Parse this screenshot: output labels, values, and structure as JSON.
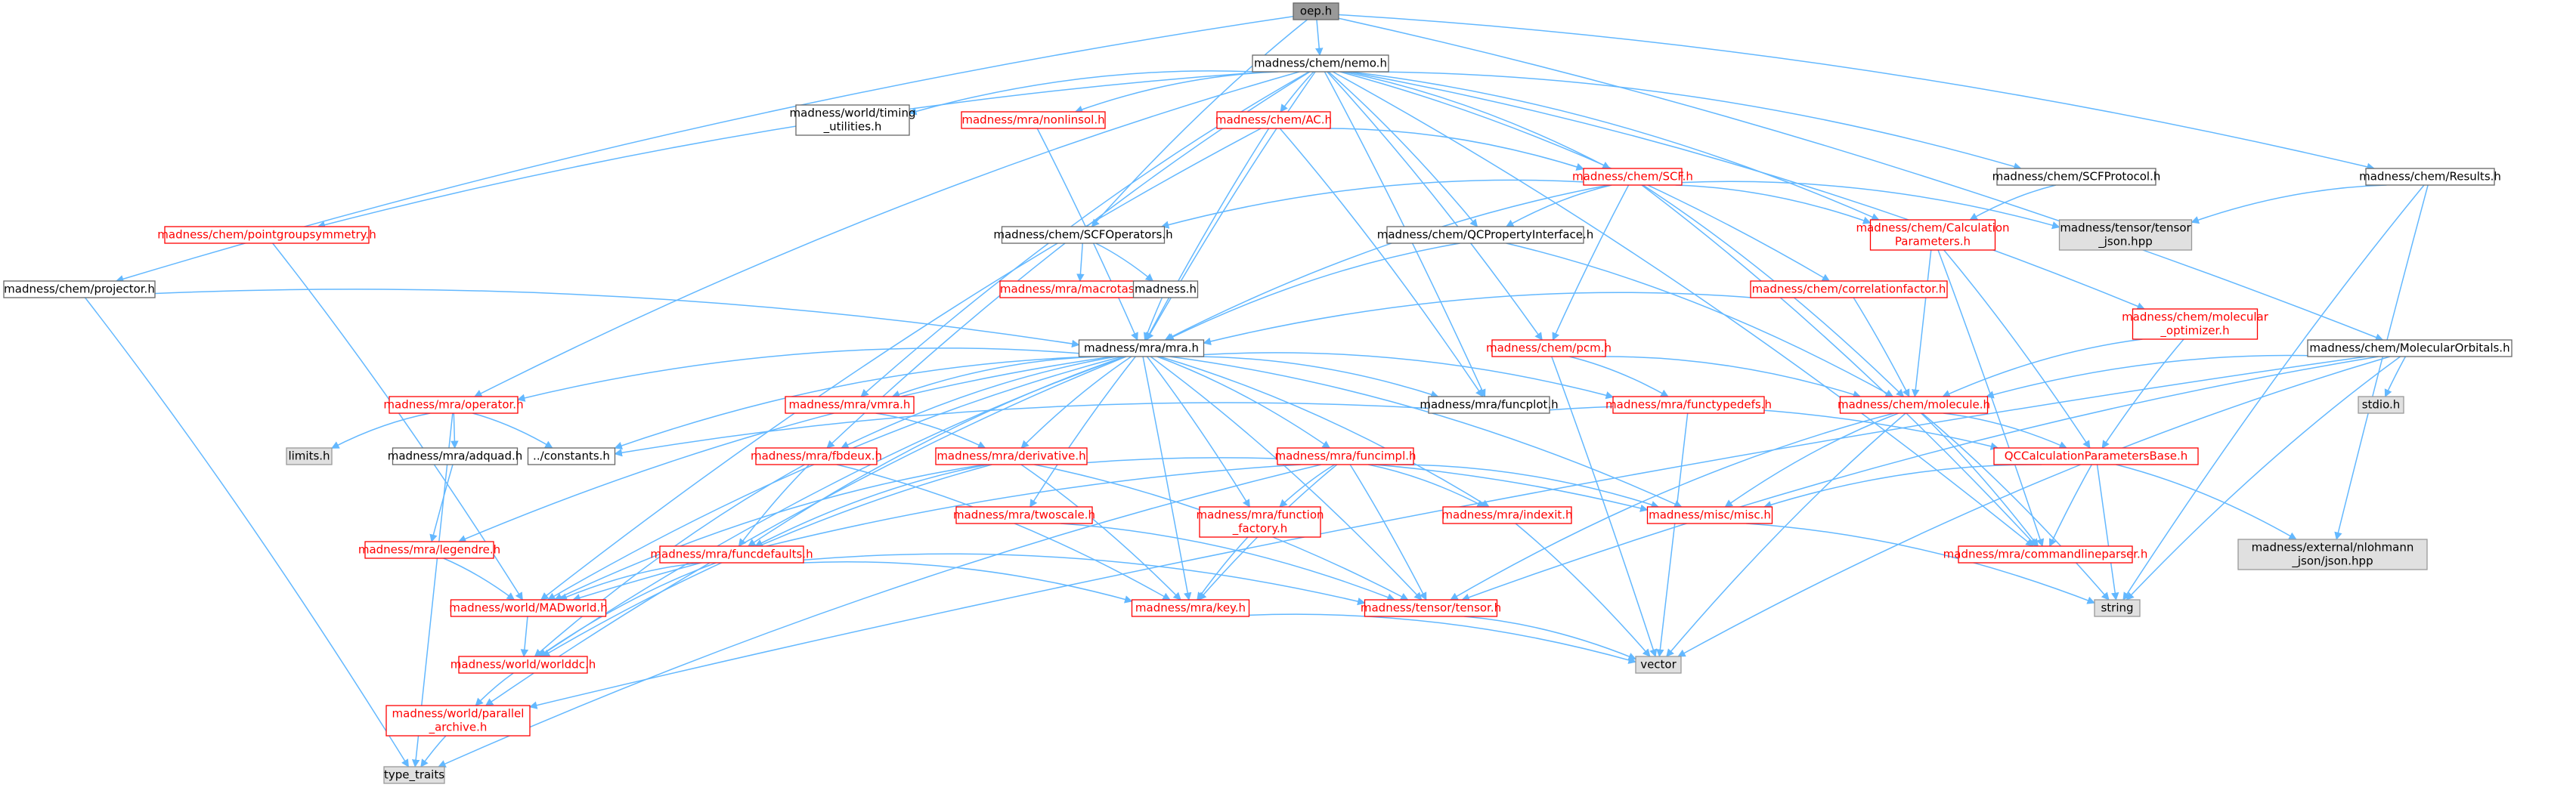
{
  "colors": {
    "edge": "#63b8ff",
    "root_fill": "#999999",
    "root_stroke": "#666666",
    "doc_stroke": "#666666",
    "missing_stroke": "#ff0000",
    "external_fill": "#e0e0e0",
    "external_stroke": "#999999",
    "text": "#000000",
    "missing_text": "#ff0000"
  },
  "nodes": [
    {
      "id": "oep",
      "lines": [
        "oep.h"
      ],
      "kind": "root"
    },
    {
      "id": "memo",
      "lines": [
        "madness/chem/nemo.h"
      ],
      "kind": "doc"
    },
    {
      "id": "projector",
      "lines": [
        "madness/chem/projector.h"
      ],
      "kind": "doc"
    },
    {
      "id": "results",
      "lines": [
        "madness/chem/Results.h"
      ],
      "kind": "doc"
    },
    {
      "id": "timing",
      "lines": [
        "madness/world/timing",
        "_utilities.h"
      ],
      "kind": "doc"
    },
    {
      "id": "nonlinsol",
      "lines": [
        "madness/mra/nonlinsol.h"
      ],
      "kind": "missing"
    },
    {
      "id": "ac",
      "lines": [
        "madness/chem/AC.h"
      ],
      "kind": "missing"
    },
    {
      "id": "scfprotocol",
      "lines": [
        "madness/chem/SCFProtocol.h"
      ],
      "kind": "doc"
    },
    {
      "id": "scf",
      "lines": [
        "madness/chem/SCF.h"
      ],
      "kind": "missing"
    },
    {
      "id": "pointgroup",
      "lines": [
        "madness/chem/pointgroupsymmetry.h"
      ],
      "kind": "missing"
    },
    {
      "id": "scfops",
      "lines": [
        "madness/chem/SCFOperators.h"
      ],
      "kind": "doc"
    },
    {
      "id": "qcprop",
      "lines": [
        "madness/chem/QCPropertyInterface.h"
      ],
      "kind": "doc"
    },
    {
      "id": "calcparams",
      "lines": [
        "madness/chem/Calculation",
        "Parameters.h"
      ],
      "kind": "missing"
    },
    {
      "id": "tensorjson",
      "lines": [
        "madness/tensor/tensor",
        "_json.hpp"
      ],
      "kind": "external"
    },
    {
      "id": "macrotaskq",
      "lines": [
        "madness/mra/macrotaskq.h"
      ],
      "kind": "missing"
    },
    {
      "id": "madnessh",
      "lines": [
        "madness.h"
      ],
      "kind": "doc"
    },
    {
      "id": "corrfac",
      "lines": [
        "madness/chem/correlationfactor.h"
      ],
      "kind": "missing"
    },
    {
      "id": "molopt",
      "lines": [
        "madness/chem/molecular",
        "_optimizer.h"
      ],
      "kind": "missing"
    },
    {
      "id": "molorb",
      "lines": [
        "madness/chem/MolecularOrbitals.h"
      ],
      "kind": "doc"
    },
    {
      "id": "mra",
      "lines": [
        "madness/mra/mra.h"
      ],
      "kind": "doc"
    },
    {
      "id": "pcm",
      "lines": [
        "madness/chem/pcm.h"
      ],
      "kind": "missing"
    },
    {
      "id": "operator",
      "lines": [
        "madness/mra/operator.h"
      ],
      "kind": "missing"
    },
    {
      "id": "vmra",
      "lines": [
        "madness/mra/vmra.h"
      ],
      "kind": "missing"
    },
    {
      "id": "funcplot",
      "lines": [
        "madness/mra/funcplot.h"
      ],
      "kind": "doc"
    },
    {
      "id": "functypedefs",
      "lines": [
        "madness/mra/functypedefs.h"
      ],
      "kind": "missing"
    },
    {
      "id": "molecule",
      "lines": [
        "madness/chem/molecule.h"
      ],
      "kind": "missing"
    },
    {
      "id": "stdio",
      "lines": [
        "stdio.h"
      ],
      "kind": "external"
    },
    {
      "id": "limits",
      "lines": [
        "limits.h"
      ],
      "kind": "external"
    },
    {
      "id": "adquad",
      "lines": [
        "madness/mra/adquad.h"
      ],
      "kind": "doc"
    },
    {
      "id": "constants",
      "lines": [
        "../constants.h"
      ],
      "kind": "doc"
    },
    {
      "id": "fbdeux",
      "lines": [
        "madness/mra/fbdeux.h"
      ],
      "kind": "missing"
    },
    {
      "id": "derivative",
      "lines": [
        "madness/mra/derivative.h"
      ],
      "kind": "missing"
    },
    {
      "id": "funcimpl",
      "lines": [
        "madness/mra/funcimpl.h"
      ],
      "kind": "missing"
    },
    {
      "id": "qcbase",
      "lines": [
        "QCCalculationParametersBase.h"
      ],
      "kind": "missing"
    },
    {
      "id": "legendre",
      "lines": [
        "madness/mra/legendre.h"
      ],
      "kind": "missing"
    },
    {
      "id": "twoscale",
      "lines": [
        "madness/mra/twoscale.h"
      ],
      "kind": "missing"
    },
    {
      "id": "funcfactory",
      "lines": [
        "madness/mra/function",
        "_factory.h"
      ],
      "kind": "missing"
    },
    {
      "id": "indexit",
      "lines": [
        "madness/mra/indexit.h"
      ],
      "kind": "missing"
    },
    {
      "id": "misc",
      "lines": [
        "madness/misc/misc.h"
      ],
      "kind": "missing"
    },
    {
      "id": "cmdparser",
      "lines": [
        "madness/mra/commandlineparser.h"
      ],
      "kind": "missing"
    },
    {
      "id": "nlohmann",
      "lines": [
        "madness/external/nlohmann",
        "_json/json.hpp"
      ],
      "kind": "external"
    },
    {
      "id": "funcdefaults",
      "lines": [
        "madness/mra/funcdefaults.h"
      ],
      "kind": "missing"
    },
    {
      "id": "madworld",
      "lines": [
        "madness/world/MADworld.h"
      ],
      "kind": "missing"
    },
    {
      "id": "key",
      "lines": [
        "madness/mra/key.h"
      ],
      "kind": "missing"
    },
    {
      "id": "tensor",
      "lines": [
        "madness/tensor/tensor.h"
      ],
      "kind": "missing"
    },
    {
      "id": "string",
      "lines": [
        "string"
      ],
      "kind": "external"
    },
    {
      "id": "vector",
      "lines": [
        "vector"
      ],
      "kind": "external"
    },
    {
      "id": "worlddc",
      "lines": [
        "madness/world/worlddc.h"
      ],
      "kind": "missing"
    },
    {
      "id": "archive",
      "lines": [
        "madness/world/parallel",
        "_archive.h"
      ],
      "kind": "missing"
    },
    {
      "id": "typetraits",
      "lines": [
        "type_traits"
      ],
      "kind": "external"
    }
  ]
}
